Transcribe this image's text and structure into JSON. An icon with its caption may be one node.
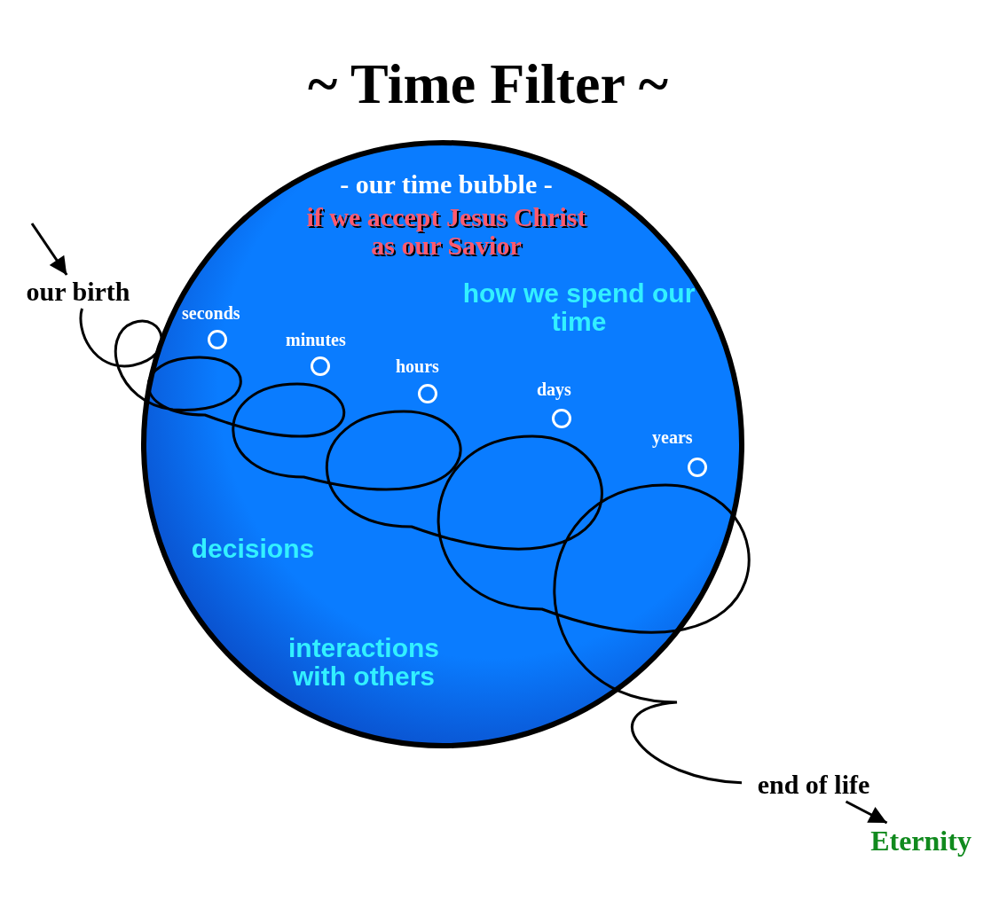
{
  "diagram": {
    "title": "~ Time Filter ~",
    "nodes": [
      {
        "text": [
          "- our time bubble -",
          "if we accept Jesus Christ as our Savior"
        ]
      },
      {
        "text": [],
        "shape": "circle",
        "in": 0,
        "beside": [
          "seconds"
        ]
      },
      {
        "text": [],
        "shape": "circle",
        "in": 0,
        "beside": [
          "minutes"
        ]
      },
      {
        "text": [],
        "shape": "circle",
        "in": 0,
        "beside": [
          "hours"
        ]
      },
      {
        "text": [],
        "shape": "circle",
        "in": 0,
        "beside": [
          "days"
        ]
      },
      {
        "text": [],
        "shape": "circle",
        "in": 0,
        "beside": [
          "years"
        ]
      },
      {
        "text": [
          "our birth"
        ]
      },
      {
        "text": [
          "end of life"
        ]
      },
      {
        "text": [
          "Eternity"
        ]
      }
    ],
    "edges": [
      {
        "from": null,
        "to": 6,
        "arrow": "to"
      },
      {
        "from": 6,
        "to": 7,
        "arrow": "none"
      },
      {
        "from": 7,
        "to": 8,
        "arrow": "to"
      }
    ],
    "labels": [
      "how we spend our time",
      "decisions",
      "interactions with others"
    ]
  }
}
